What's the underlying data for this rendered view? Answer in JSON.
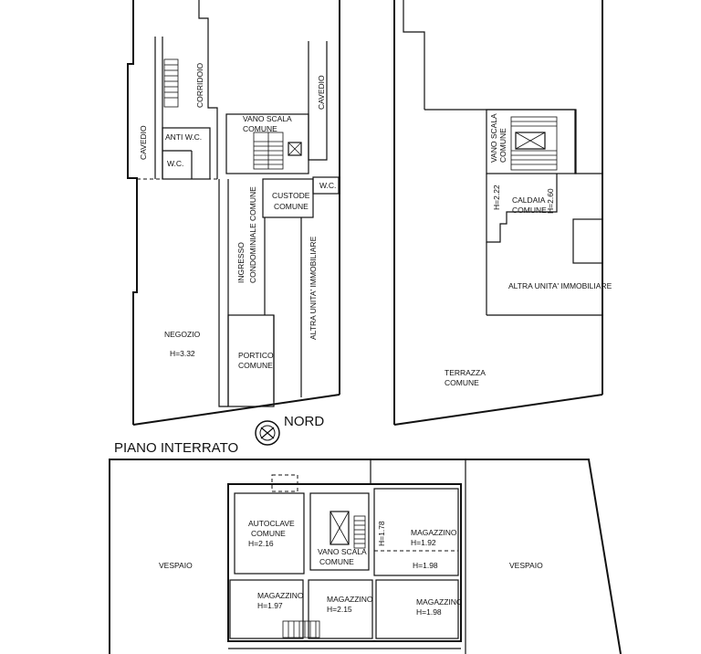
{
  "labels": {
    "cavedio_left": "CAVEDIO",
    "corridoio": "CORRIDOIO",
    "anti_wc": "ANTI W.C.",
    "wc_left": "W.C.",
    "cavedio_right": "CAVEDIO",
    "vano_scala_comune_1": "VANO SCALA",
    "vano_scala_comune_2": "COMUNE",
    "wc_mid": "W.C.",
    "custode_1": "CUSTODE",
    "custode_2": "COMUNE",
    "ingresso_1": "INGRESSO",
    "ingresso_2": "CONDOMINIALE COMUNE",
    "altra_unita_vertical": "ALTRA UNITA' IMMOBILIARE",
    "negozio": "NEGOZIO",
    "negozio_h": "H=3.32",
    "portico_1": "PORTICO",
    "portico_2": "COMUNE",
    "vano_scala_right_1": "VANO SCALA",
    "vano_scala_right_2": "COMUNE",
    "h_222": "H=2.22",
    "caldaia_1": "CALDAIA",
    "caldaia_2": "COMUNE",
    "h_260": "H=2.60",
    "altra_unita_right": "ALTRA UNITA' IMMOBILIARE",
    "terrazza_1": "TERRAZZA",
    "terrazza_2": "COMUNE",
    "nord": "NORD",
    "piano_interrato": "PIANO INTERRATO",
    "autoclave_1": "AUTOCLAVE",
    "autoclave_2": "COMUNE",
    "autoclave_h": "H=2.16",
    "h_178": "H=1.78",
    "magazzino_a": "MAGAZZINO",
    "magazzino_a_h": "H=1.92",
    "vano_scala_int_1": "VANO SCALA",
    "vano_scala_int_2": "COMUNE",
    "h_198": "H=1.98",
    "vespaio_left": "VESPAIO",
    "vespaio_right": "VESPAIO",
    "magazzino_b": "MAGAZZINO",
    "magazzino_b_h": "H=1.97",
    "magazzino_c": "MAGAZZINO",
    "magazzino_c_h": "H=2.15",
    "magazzino_d": "MAGAZZINO",
    "magazzino_d_h": "H=1.98"
  }
}
